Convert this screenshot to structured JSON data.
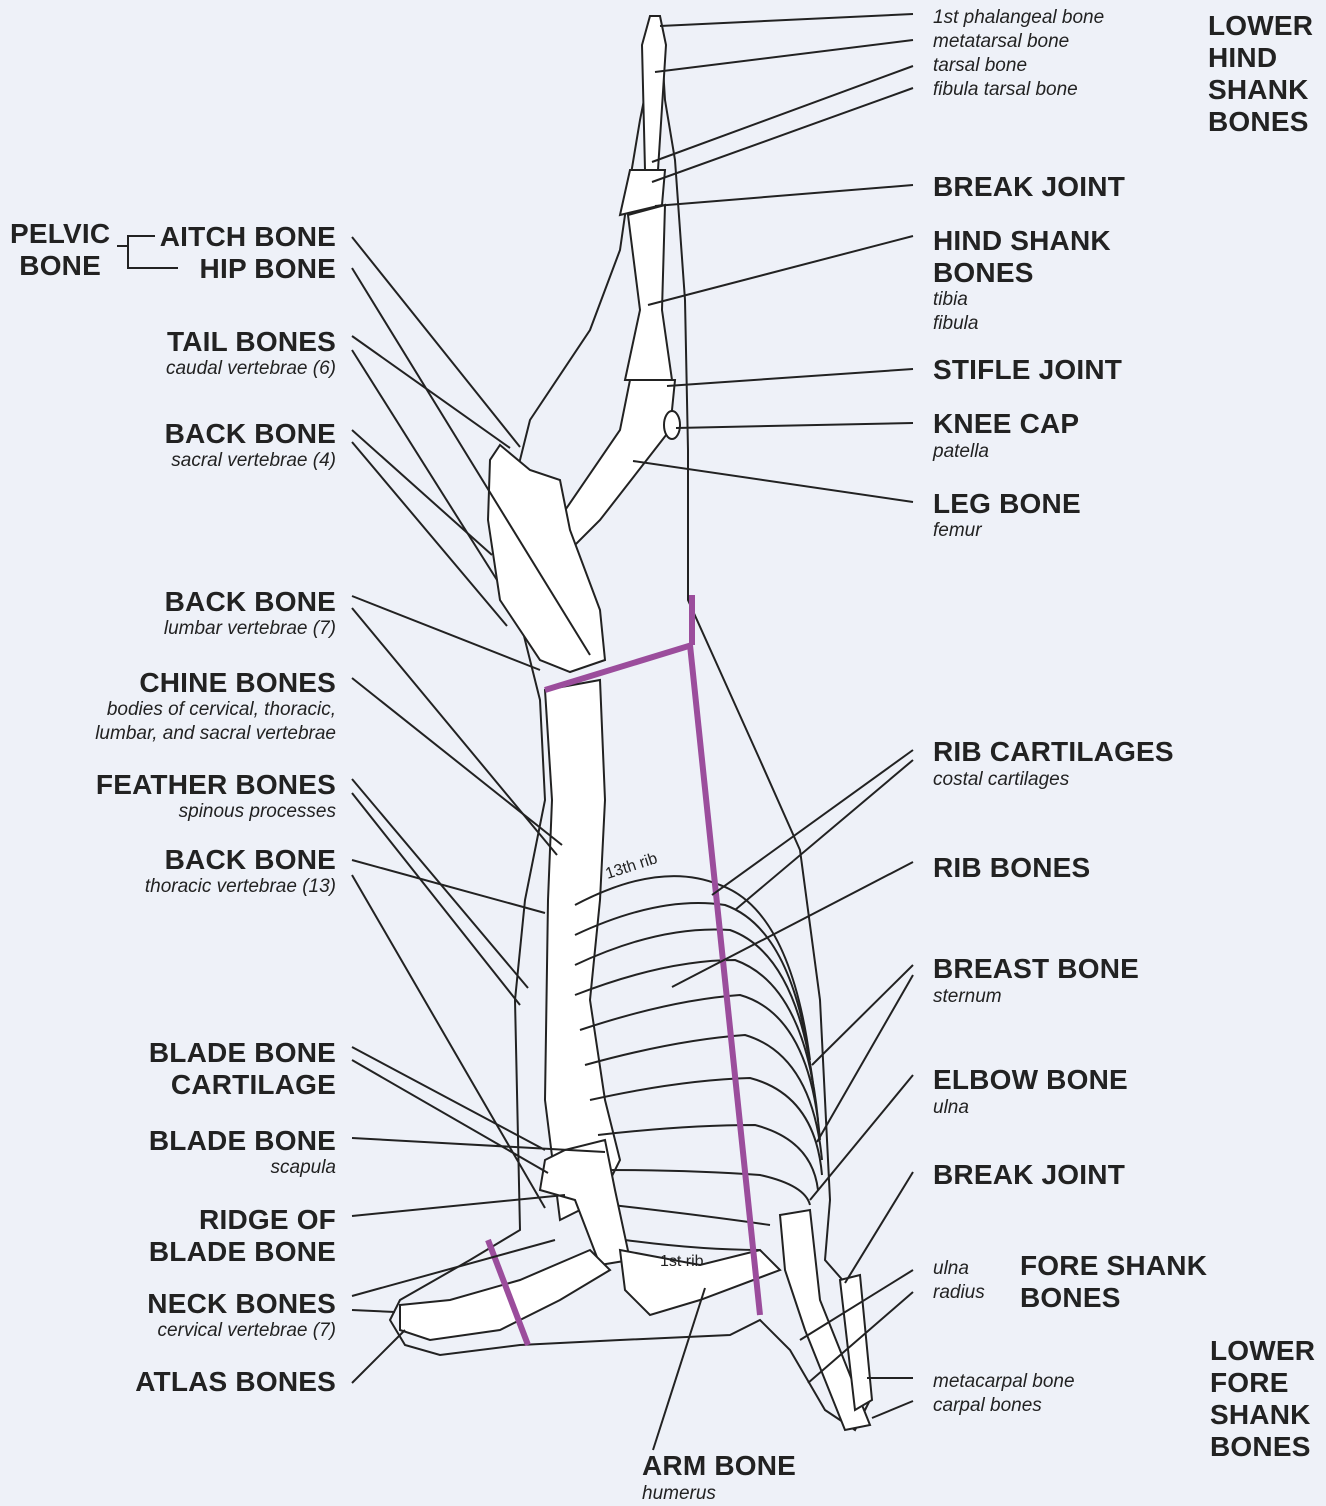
{
  "labels": {
    "lower_hind_shank": "LOWER\nHIND\nSHANK\nBONES",
    "first_phalangeal": "1st phalangeal bone",
    "metatarsal": "metatarsal bone",
    "tarsal": "tarsal bone",
    "fibula_tarsal": "fibula tarsal bone",
    "break_joint_hind": "BREAK JOINT",
    "hind_shank_bones": "HIND SHANK\nBONES",
    "tibia": "tibia",
    "fibula": "fibula",
    "stifle_joint": "STIFLE JOINT",
    "knee_cap": "KNEE CAP",
    "patella": "patella",
    "leg_bone": "LEG BONE",
    "femur": "femur",
    "rib_cartilages": "RIB CARTILAGES",
    "costal_cartilages": "costal cartilages",
    "rib_bones": "RIB BONES",
    "breast_bone": "BREAST BONE",
    "sternum": "sternum",
    "elbow_bone": "ELBOW BONE",
    "ulna_elbow": "ulna",
    "break_joint_fore": "BREAK JOINT",
    "ulna": "ulna",
    "radius": "radius",
    "fore_shank_bones": "FORE SHANK\nBONES",
    "metacarpal": "metacarpal bone",
    "carpal": "carpal bones",
    "lower_fore_shank": "LOWER\nFORE\nSHANK\nBONES",
    "arm_bone": "ARM BONE",
    "humerus": "humerus",
    "pelvic_bone": "PELVIC\nBONE",
    "aitch_bone": "AITCH BONE",
    "hip_bone": "HIP BONE",
    "tail_bones": "TAIL BONES",
    "caudal": "caudal vertebrae (6)",
    "back_bone_sacral": "BACK BONE",
    "sacral": "sacral vertebrae (4)",
    "back_bone_lumbar": "BACK BONE",
    "lumbar": "lumbar vertebrae (7)",
    "chine_bones": "CHINE BONES",
    "chine_desc": "bodies of cervical, thoracic,\nlumbar, and sacral vertebrae",
    "feather_bones": "FEATHER BONES",
    "spinous": "spinous processes",
    "back_bone_thoracic": "BACK BONE",
    "thoracic": "thoracic vertebrae (13)",
    "blade_cartilage": "BLADE BONE\nCARTILAGE",
    "blade_bone": "BLADE BONE",
    "scapula": "scapula",
    "ridge_blade": "RIDGE OF\nBLADE BONE",
    "neck_bones": "NECK BONES",
    "cervical": "cervical vertebrae (7)",
    "atlas_bones": "ATLAS BONES",
    "rib13": "13th rib",
    "rib1": "1st rib"
  },
  "colors": {
    "background": "#eef1f8",
    "cut_lines": "#9b4d9c",
    "ink": "#222222"
  }
}
